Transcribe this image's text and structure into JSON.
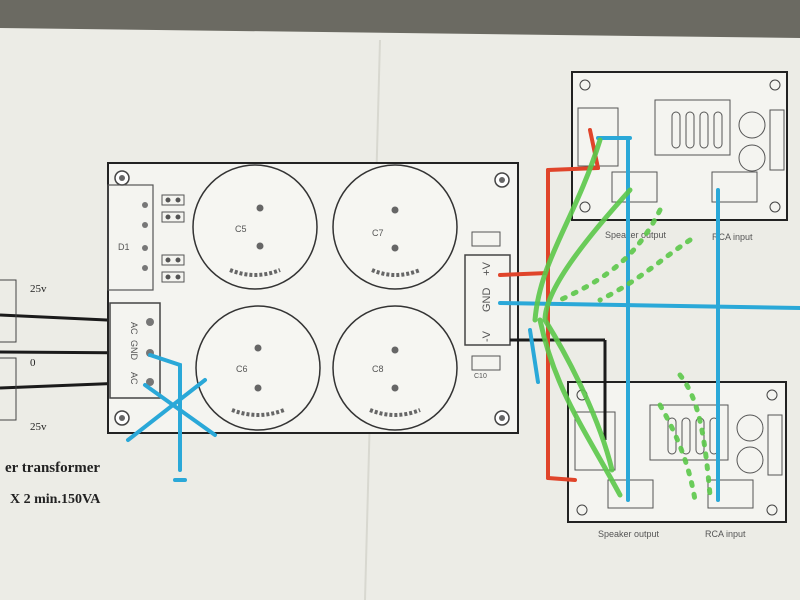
{
  "photo": {
    "paper_color": "#ecece6",
    "background_color": "#5a5852",
    "wire_colors": {
      "positive": "#e0442a",
      "ground": "#2aa8d8",
      "signal": "#5cc84a",
      "power": "#1a1a1a"
    }
  },
  "transformer": {
    "caption": "er transformer",
    "spec": "X 2  min.150VA",
    "voltage_top": "25v",
    "voltage_mid": "0",
    "voltage_bottom": "25v"
  },
  "psu_board": {
    "bridge_label": "D1",
    "capacitors": [
      "C5",
      "C7",
      "C6",
      "C8"
    ],
    "input_terminals": [
      "AC",
      "GND",
      "AC"
    ],
    "output_terminals": [
      "+V",
      "GND",
      "-V"
    ],
    "small_cap_label": "C10"
  },
  "amp_boards": [
    {
      "speaker_label": "Speaker output",
      "rca_label": "RCA input"
    },
    {
      "speaker_label": "Speaker output",
      "rca_label": "RCA input"
    }
  ]
}
